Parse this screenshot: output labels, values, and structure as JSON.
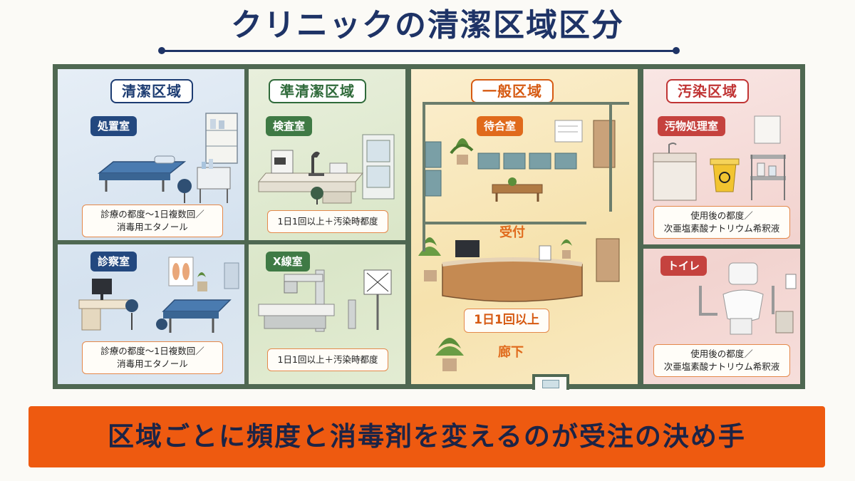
{
  "title": "クリニックの清潔区域区分",
  "zones": {
    "clean": {
      "label": "清潔区域",
      "rooms": [
        {
          "name": "処置室",
          "note_line1": "診療の都度〜1日複数回／",
          "note_line2": "消毒用エタノール"
        },
        {
          "name": "診察室",
          "note_line1": "診療の都度〜1日複数回／",
          "note_line2": "消毒用エタノール"
        }
      ]
    },
    "semi_clean": {
      "label": "準清潔区域",
      "rooms": [
        {
          "name": "検査室",
          "note": "1日1回以上＋汚染時都度"
        },
        {
          "name": "X線室",
          "note": "1日1回以上＋汚染時都度"
        }
      ]
    },
    "general": {
      "label": "一般区域",
      "rooms": [
        {
          "name": "待合室"
        },
        {
          "name": "受付"
        },
        {
          "name": "廊下"
        }
      ],
      "note": "1日1回以上"
    },
    "contaminated": {
      "label": "汚染区域",
      "rooms": [
        {
          "name": "汚物処理室",
          "note_line1": "使用後の都度／",
          "note_line2": "次亜塩素酸ナトリウム希釈液"
        },
        {
          "name": "トイレ",
          "note_line1": "使用後の都度／",
          "note_line2": "次亜塩素酸ナトリウム希釈液"
        }
      ]
    }
  },
  "banner": "区域ごとに頻度と消毒剤を変えるのが受注の決め手",
  "colors": {
    "navy": "#1e3366",
    "clean_blue": "#23487f",
    "semi_green": "#3f7a45",
    "general_orange": "#e06a1c",
    "dirty_red": "#c5423e",
    "banner_orange": "#ee5a10"
  }
}
